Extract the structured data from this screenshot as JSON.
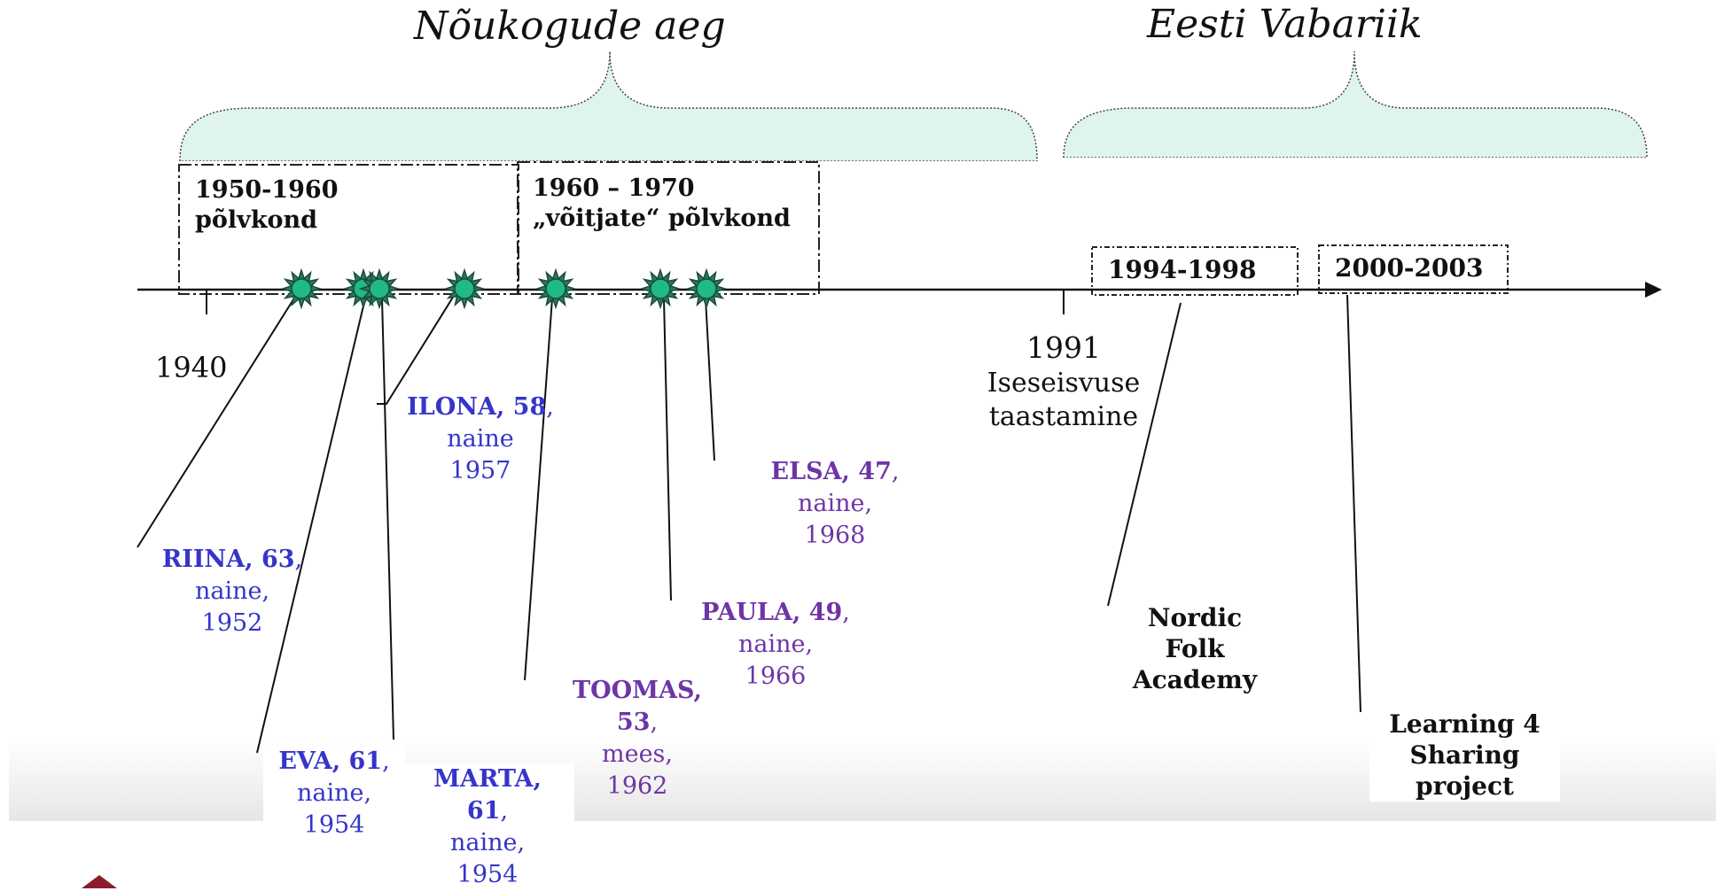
{
  "periods": {
    "soviet": "Nõukogude aeg",
    "republic": "Eesti Vabariik"
  },
  "decades": {
    "d1950_line1": "1950-1960",
    "d1950_line2": "põlvkond",
    "d1960_line1": "1960 – 1970",
    "d1960_line2": "„võitjate“ põlvkond"
  },
  "year_boxes": {
    "y1994": "1994-1998",
    "y2000": "2000-2003"
  },
  "timeline": {
    "start_year": "1940",
    "restoration_year": "1991",
    "restoration_line1": "Iseseisvuse",
    "restoration_line2": "taastamine"
  },
  "people": [
    {
      "name": "RIINA, 63",
      "gender": "naine,",
      "year": "1952",
      "color": "#3535c9"
    },
    {
      "name": "EVA, 61",
      "gender": "naine,",
      "year": "1954",
      "color": "#3535c9"
    },
    {
      "name": "MARTA,",
      "age": "61",
      "gender": "naine,",
      "year": "1954",
      "color": "#3535c9"
    },
    {
      "name": "ILONA, 58",
      "gender": "naine",
      "year": "1957",
      "color": "#3535c9"
    },
    {
      "name": "TOOMAS,",
      "age": "53",
      "gender": "mees,",
      "year": "1962",
      "color": "#6e35a6"
    },
    {
      "name": "PAULA, 49",
      "gender": "naine,",
      "year": "1966",
      "color": "#6e35a6"
    },
    {
      "name": "ELSA, 47",
      "gender": "naine,",
      "year": "1968",
      "color": "#6e35a6"
    }
  ],
  "projects": {
    "nordic_line1": "Nordic",
    "nordic_line2": "Folk",
    "nordic_line3": "Academy",
    "l4s_line1": "Learning 4",
    "l4s_line2": "Sharing",
    "l4s_line3": "project"
  },
  "colors": {
    "brace_fill": "#dff3ef",
    "star_fill": "#20b989",
    "star_outline": "#1a4d3a",
    "axis": "#111111",
    "blue_text": "#3535c9",
    "purple_text": "#6e35a6"
  },
  "icons": {
    "birth_marker": "star-burst-icon",
    "axis_end": "arrow-right-icon"
  }
}
